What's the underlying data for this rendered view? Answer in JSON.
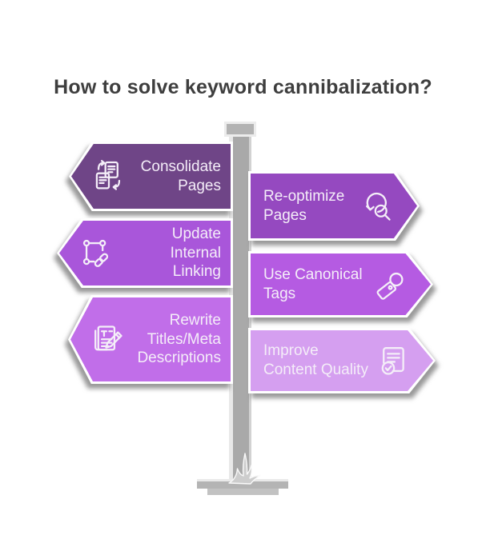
{
  "title": "How to solve keyword cannibalization?",
  "signpost": {
    "pole_color": "#a9a9a9",
    "pole_cap_color": "#b3b3b3",
    "base_color": "#b4b4b4",
    "grass_color": "#cdcdcd",
    "label_text_color": "#f4edf8",
    "left_signs": [
      {
        "label": "Consolidate Pages",
        "icon": "merge-pages-icon",
        "color": "#6f4587"
      },
      {
        "label": "Update Internal Linking",
        "icon": "selection-link-icon",
        "color": "#a956da"
      },
      {
        "label": "Rewrite Titles/Meta Descriptions",
        "icon": "rewrite-doc-icon",
        "color": "#c16ee9"
      }
    ],
    "right_signs": [
      {
        "label": "Re-optimize Pages",
        "icon": "refresh-search-icon",
        "color": "#9549c0"
      },
      {
        "label": "Use Canonical Tags",
        "icon": "canonical-tag-icon",
        "color": "#b55be2"
      },
      {
        "label": "Improve Content Quality",
        "icon": "document-check-icon",
        "color": "#d59ff0"
      }
    ]
  }
}
